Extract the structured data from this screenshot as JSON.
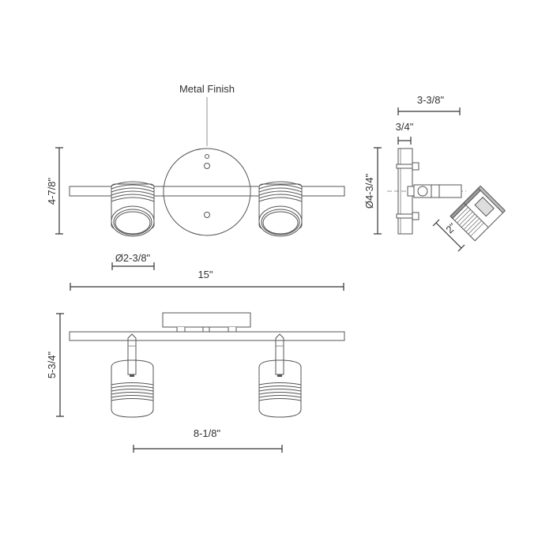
{
  "drawing": {
    "title": "Two-light spotlight fixture dimension drawing",
    "callout": {
      "label": "Metal Finish"
    },
    "front_view": {
      "height_dim": "4-7/8\"",
      "head_diameter_dim": "Ø2-3/8\"",
      "width_dim": "15\""
    },
    "side_view": {
      "depth_dim": "3-3/8\"",
      "canopy_depth_dim": "3/4\"",
      "canopy_diameter_dim": "Ø4-3/4\"",
      "head_length_dim": "2\""
    },
    "bottom_view": {
      "height_dim": "5-3/4\"",
      "head_spacing_dim": "8-1/8\""
    },
    "colors": {
      "line": "#555555",
      "text": "#333333",
      "background": "#ffffff"
    }
  }
}
